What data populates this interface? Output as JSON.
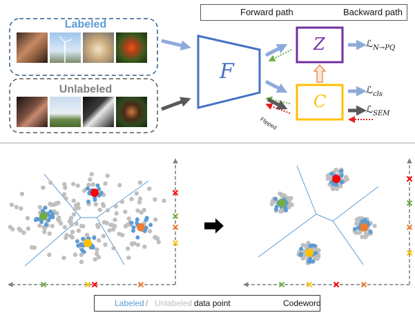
{
  "legend_top": {
    "forward_label": "Forward path",
    "backward_label": "Backward path",
    "forward_colors": [
      "#8eaadb",
      "#595959"
    ],
    "backward_colors": [
      "#70ad47",
      "#e02020"
    ]
  },
  "labeled_group": {
    "title": "Labeled",
    "title_color": "#5b9bd5",
    "border_color": "#2e5c8a",
    "images": [
      "man-portrait",
      "wind-turbines",
      "puppy",
      "butterfly"
    ]
  },
  "unlabeled_group": {
    "title": "Unlabeled",
    "title_color": "#808080",
    "border_color": "#595959",
    "images": [
      "woman-portrait",
      "wind-turbines-field",
      "dog-black-white",
      "butterfly-dark"
    ]
  },
  "encoder": {
    "symbol": "F",
    "color": "#4472c4"
  },
  "quantizer": {
    "symbol": "Z",
    "color": "#7030a0"
  },
  "classifier": {
    "symbol": "C",
    "color": "#ffc000"
  },
  "flipped_label": "Flipped",
  "losses": {
    "npq": {
      "main": "ℒ",
      "sub": "N→PQ"
    },
    "cls": {
      "main": "ℒ",
      "sub": "cls"
    },
    "sem": {
      "main": "ℒ",
      "sub": "SEM"
    }
  },
  "bottom_legend": {
    "labeled_word": "Labeled",
    "separator": " / ",
    "unlabeled_word": "Unlabeled",
    "data_point_text": "data point",
    "codeword_text": "Codeword",
    "labeled_color": "#5b9bd5",
    "unlabeled_color": "#bfbfbf",
    "codeword_colors": [
      "#ff0000",
      "#ed7d31",
      "#ffc000",
      "#70ad47"
    ]
  }
}
